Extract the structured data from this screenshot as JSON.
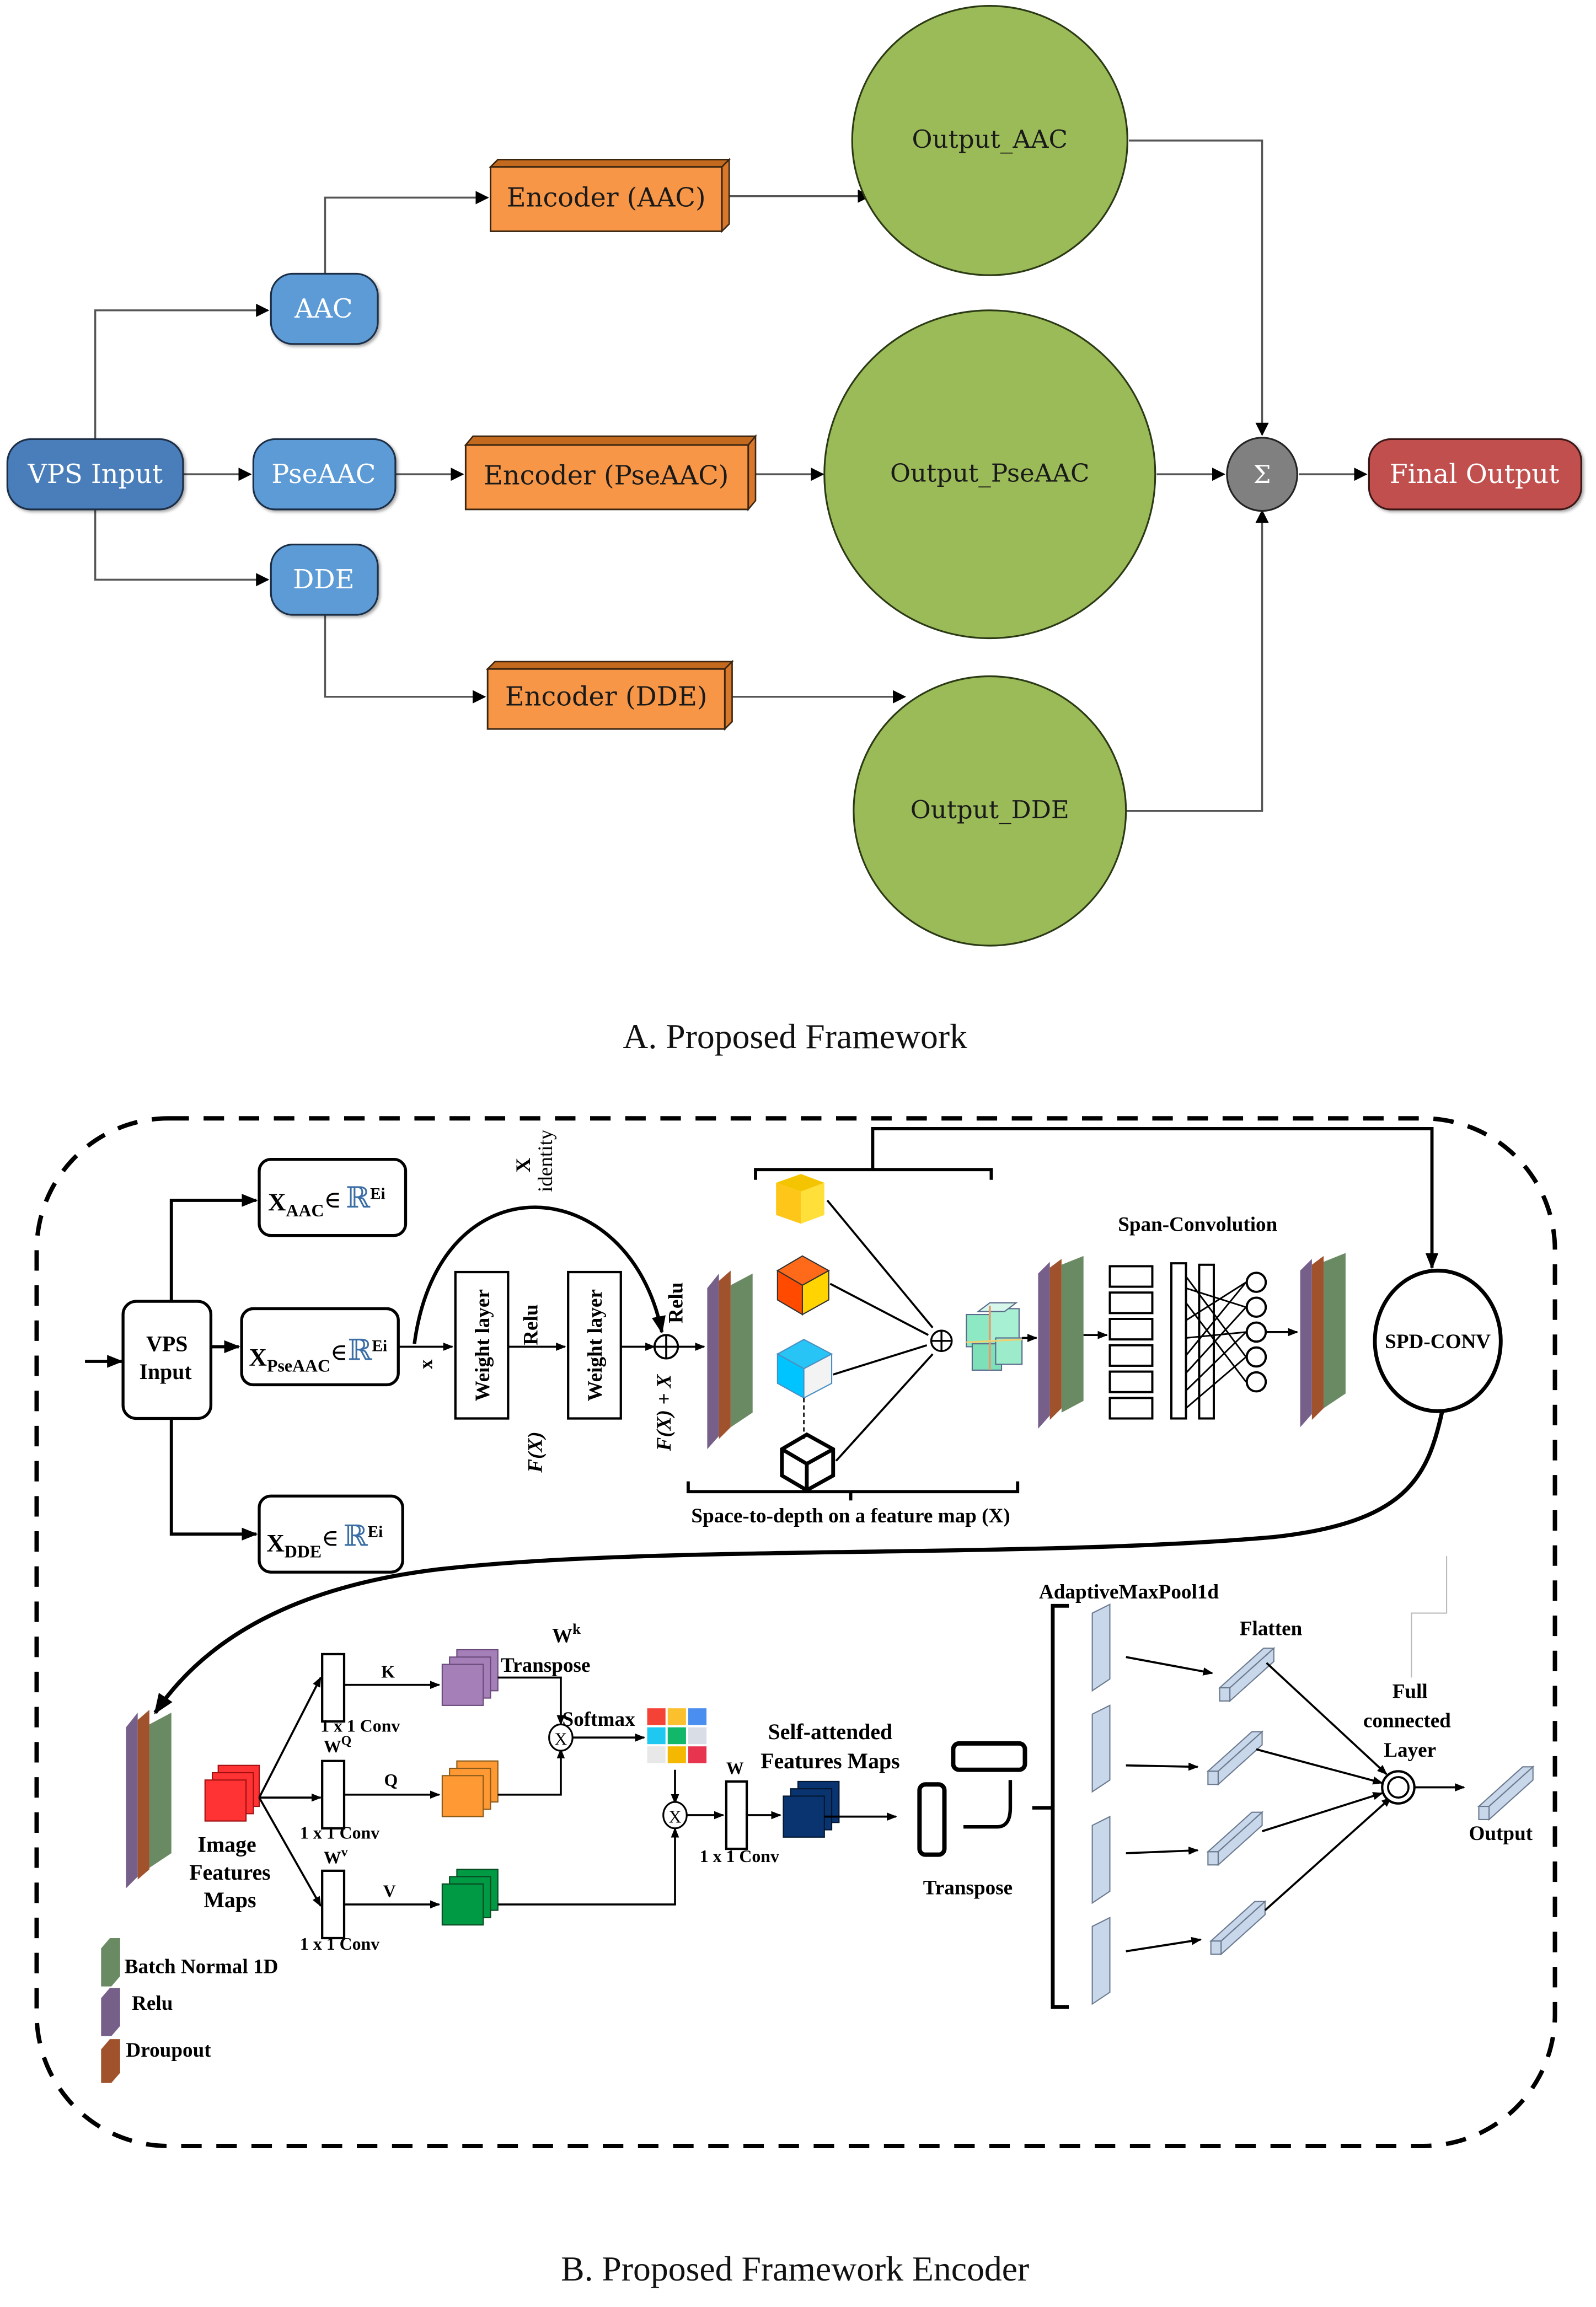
{
  "partA": {
    "caption": "A. Proposed Framework",
    "nodes": {
      "input": "VPS Input",
      "aac": "AAC",
      "pseaac": "PseAAC",
      "dde": "DDE",
      "enc_aac": "Encoder (AAC)",
      "enc_pseaac": "Encoder (PseAAC)",
      "enc_dde": "Encoder (DDE)",
      "out_aac": "Output_AAC",
      "out_pseaac": "Output_PseAAC",
      "out_dde": "Output_DDE",
      "sum": "Σ",
      "final": "Final Output"
    },
    "colors": {
      "input": "#4a7ebb",
      "feature": "#5b9bd5",
      "encoder": "#f79646",
      "output": "#9bbb59",
      "sum": "#808080",
      "final": "#c0504d"
    }
  },
  "partB": {
    "caption": "B. Proposed Framework Encoder",
    "input": {
      "line1": "VPS",
      "line2": "Input"
    },
    "features": {
      "aac": {
        "x": "X",
        "sub": "AAC",
        "in": "∈",
        "R": "ℝ",
        "sup": "Ei"
      },
      "pseaac": {
        "x": "X",
        "sub": "PseAAC",
        "in": "∈",
        "R": "ℝ",
        "sup": "Ei"
      },
      "dde": {
        "x": "X",
        "sub": "DDE",
        "in": "∈",
        "R": "ℝ",
        "sup": "Ei"
      }
    },
    "residual": {
      "x_label": "x",
      "weight_layer_1": "Weight layer",
      "relu_mid": "Relu",
      "weight_layer_2": "Weight layer",
      "fx": "F(X)",
      "fx_plus_x": "F(X) + X",
      "relu_out": "Relu",
      "identity_x": "X",
      "identity": "identity"
    },
    "spd": {
      "caption": "Space-to-depth on a feature map (X)",
      "span_conv": "Span-Convolution",
      "spd_conv": "SPD-CONV"
    },
    "attention": {
      "image_features": [
        "Image",
        "Features",
        "Maps"
      ],
      "conv_label": "1 x 1 Conv",
      "wq": "W",
      "wq_sup": "Q",
      "wv": "W",
      "wv_sup": "v",
      "wk": "W",
      "wk_sup": "k",
      "k": "K",
      "q": "Q",
      "v": "V",
      "transpose_k": "Transpose",
      "softmax": "Softmax",
      "mult": "X",
      "w": "W",
      "self_attended": [
        "Self-attended",
        "Features Maps"
      ],
      "transpose": "Transpose"
    },
    "head": {
      "adaptive_pool": "AdaptiveMaxPool1d",
      "flatten": "Flatten",
      "fc": [
        "Full",
        "connected",
        "Layer"
      ],
      "output": "Output"
    },
    "legend": [
      {
        "label": "Batch Normal 1D",
        "color": "#6a8a63"
      },
      {
        "label": "Relu",
        "color": "#76608a"
      },
      {
        "label": "Droupout",
        "color": "#a0522d"
      }
    ],
    "softmax_grid_colors": [
      "#f44336",
      "#fbc02d",
      "#4a8ff0",
      "#1ec8f0",
      "#12b86a",
      "#d8dde6",
      "#e8e8e8",
      "#f5b800",
      "#e8344e"
    ]
  }
}
